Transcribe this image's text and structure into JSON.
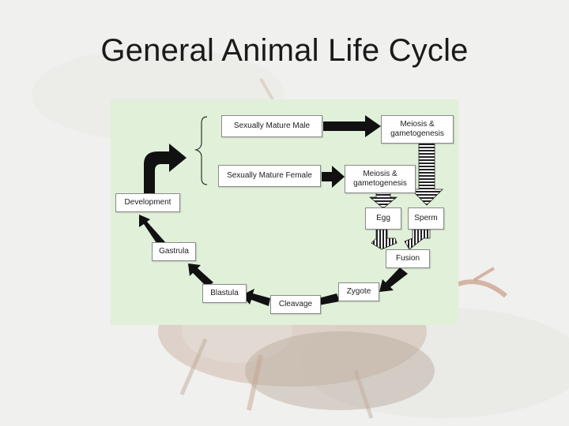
{
  "slide": {
    "title": "General Animal Life Cycle"
  },
  "diagram": {
    "nodes": {
      "male": "Sexually Mature Male",
      "female": "Sexually Mature Female",
      "meiosis_male": "Meiosis & gametogenesis",
      "meiosis_female": "Meiosis & gametogenesis",
      "egg": "Egg",
      "sperm": "Sperm",
      "fusion": "Fusion",
      "zygote": "Zygote",
      "cleavage": "Cleavage",
      "blastula": "Blastula",
      "gastrula": "Gastrula",
      "development": "Development"
    }
  },
  "colors": {
    "panel": "#e1f0d9",
    "arrow": "#111111",
    "box_border": "#8a8a8a"
  }
}
